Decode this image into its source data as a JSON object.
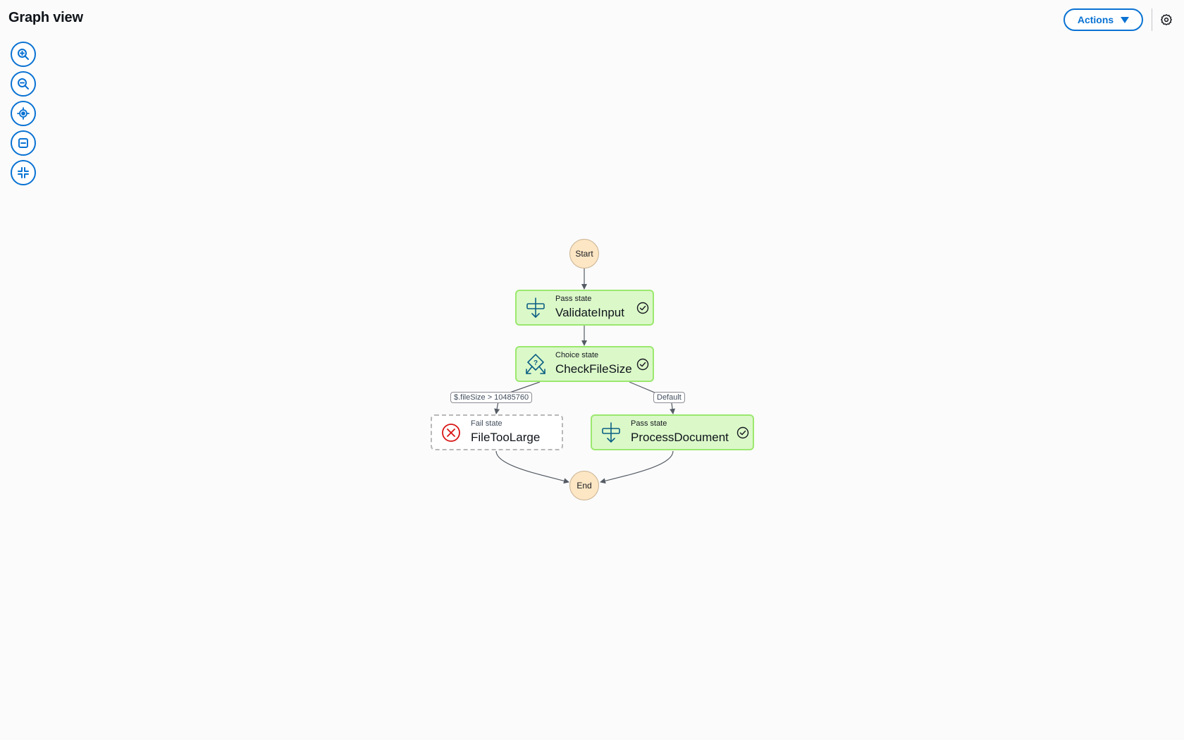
{
  "header": {
    "title": "Graph view",
    "actions_label": "Actions"
  },
  "zoom_controls": [
    {
      "name": "zoom-in-button",
      "icon": "zoom-in-icon"
    },
    {
      "name": "zoom-out-button",
      "icon": "zoom-out-icon"
    },
    {
      "name": "center-button",
      "icon": "locate-icon"
    },
    {
      "name": "fit-button",
      "icon": "fit-to-screen-icon"
    },
    {
      "name": "collapse-button",
      "icon": "collapse-icon"
    }
  ],
  "graph": {
    "start_label": "Start",
    "end_label": "End",
    "nodes": {
      "validate": {
        "type": "Pass state",
        "name": "ValidateInput",
        "status": "succeeded"
      },
      "check": {
        "type": "Choice state",
        "name": "CheckFileSize",
        "status": "succeeded"
      },
      "fail": {
        "type": "Fail state",
        "name": "FileTooLarge"
      },
      "process": {
        "type": "Pass state",
        "name": "ProcessDocument",
        "status": "succeeded"
      }
    },
    "edge_labels": {
      "condition": "$.fileSize > 10485760",
      "default": "Default"
    }
  },
  "colors": {
    "accent": "#0972d3",
    "success_fill": "#dbf8c9",
    "success_border": "#9be86e",
    "terminal_fill": "#fde6c4",
    "fail_icon": "#d91515",
    "state_icon": "#0b5f84"
  }
}
